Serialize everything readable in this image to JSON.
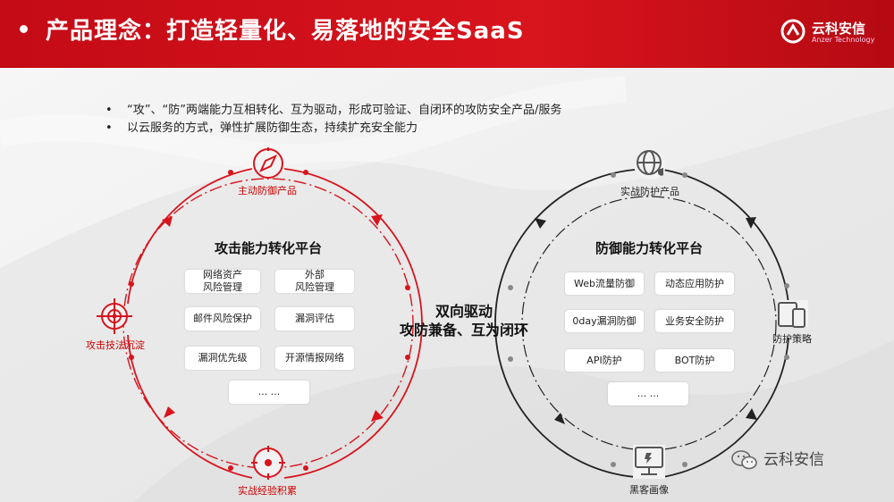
{
  "header": {
    "title": "产品理念：打造轻量化、易落地的安全SaaS",
    "logo_name": "云科安信",
    "logo_sub": "Anzer Technology"
  },
  "bullets": [
    "“攻”、“防”两端能力互相转化、互为驱动，形成可验证、自闭环的攻防安全产品/服务",
    "以云服务的方式，弹性扩展防御生态，持续扩充安全能力"
  ],
  "left_cycle": {
    "title": "攻击能力转化平台",
    "nodes": {
      "top": "主动防御产品",
      "left": "攻击技法沉淀",
      "bottom": "实战经验积累"
    },
    "boxes": [
      [
        "网络资产",
        "风险管理"
      ],
      [
        "外部",
        "风险管理"
      ],
      [
        "邮件风险保护"
      ],
      [
        "漏洞评估"
      ],
      [
        "漏洞优先级"
      ],
      [
        "开源情报网络"
      ],
      [
        "... ..."
      ]
    ],
    "color": "#d8141d"
  },
  "right_cycle": {
    "title": "防御能力转化平台",
    "nodes": {
      "top": "实战防护产品",
      "right": "防护策略",
      "bottom": "黑客画像"
    },
    "boxes": [
      [
        "Web流量防御"
      ],
      [
        "动态应用防护"
      ],
      [
        "0day漏洞防御"
      ],
      [
        "业务安全防护"
      ],
      [
        "API防护"
      ],
      [
        "BOT防护"
      ],
      [
        "... ..."
      ]
    ],
    "color": "#222222"
  },
  "center": {
    "line1": "双向驱动",
    "line2": "攻防兼备、互为闭环"
  },
  "watermark": "云科安信"
}
